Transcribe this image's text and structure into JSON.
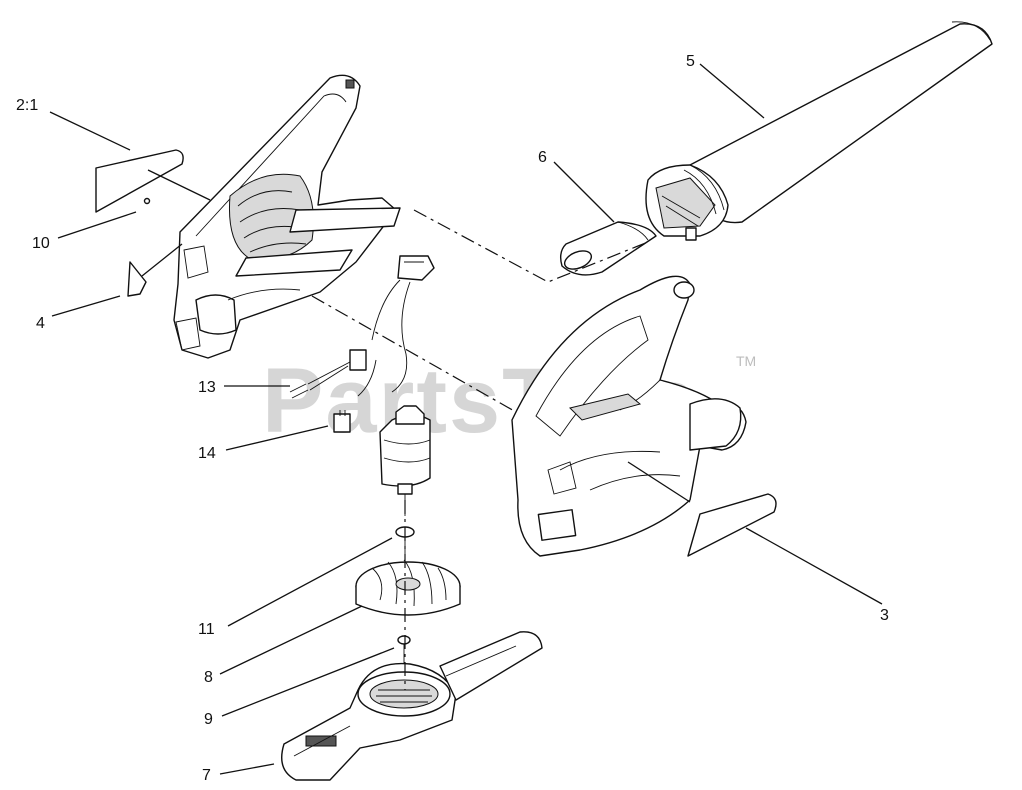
{
  "watermark": "PartsTree",
  "trademark": "TM",
  "callouts": {
    "c2_1": "2:1",
    "c10": "10",
    "c4": "4",
    "c13": "13",
    "c14": "14",
    "c11": "11",
    "c8": "8",
    "c9": "9",
    "c7": "7",
    "c5": "5",
    "c6": "6",
    "c3": "3"
  }
}
